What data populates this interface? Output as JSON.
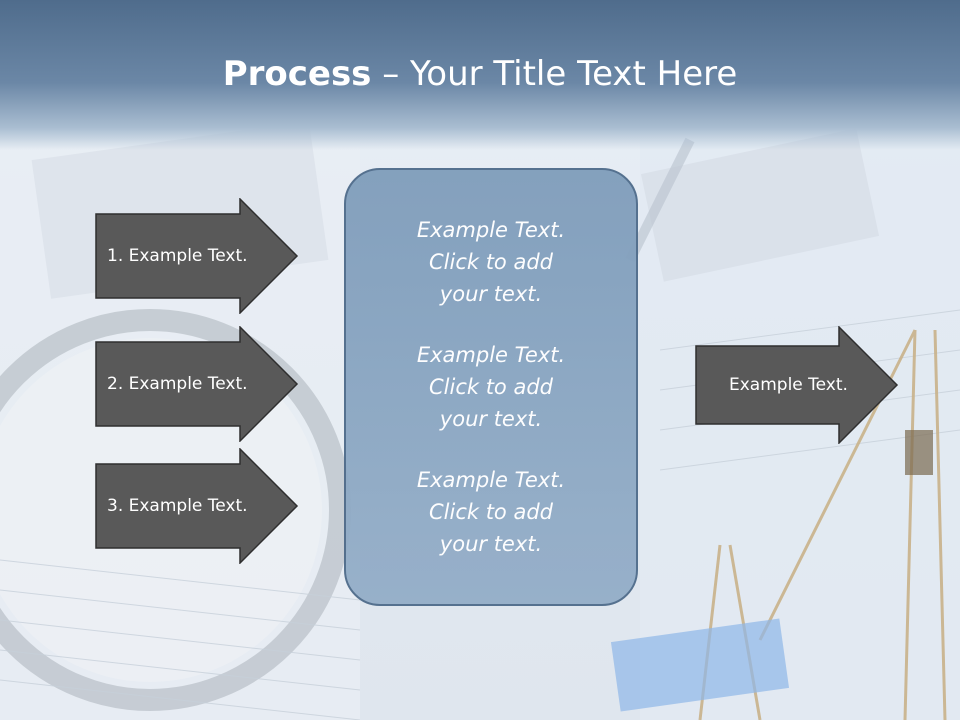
{
  "slide": {
    "title_bold": "Process",
    "title_rest": " – Your Title Text Here"
  },
  "left_arrows": [
    {
      "label": "1. Example Text."
    },
    {
      "label": "2. Example Text."
    },
    {
      "label": "3. Example Text."
    }
  ],
  "center_box": {
    "items": [
      {
        "text": "Example Text.\nClick  to add\nyour text."
      },
      {
        "text": "Example Text.\nClick  to add\nyour text."
      },
      {
        "text": "Example Text.\nClick  to add\nyour text."
      }
    ]
  },
  "right_arrow": {
    "label": "Example Text."
  },
  "colors": {
    "header": "#5f7b9b",
    "arrow_fill": "#5a5a5a",
    "box_fill": "#8aa6c2",
    "box_border": "#4e6b8a"
  }
}
